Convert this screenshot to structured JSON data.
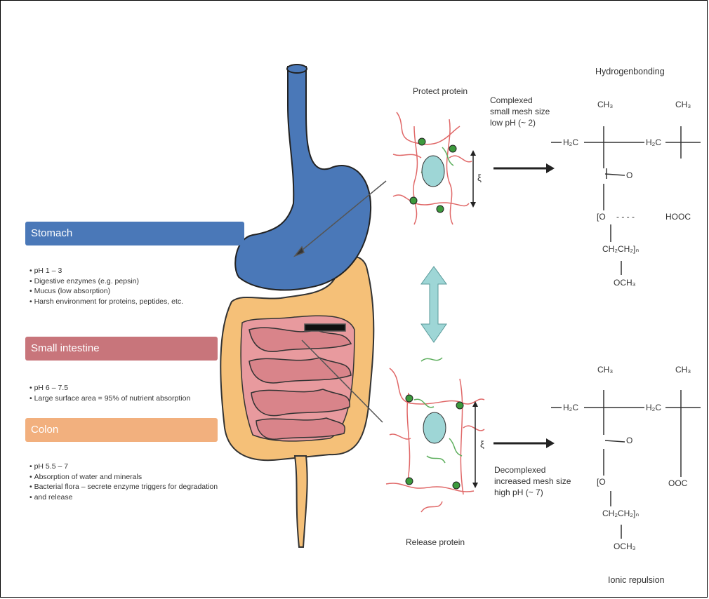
{
  "regions": {
    "stomach": {
      "label": "Stomach",
      "color": "#4a78b8",
      "points": [
        "pH 1 – 3",
        "Digestive enzymes (e.g. pepsin)",
        "Mucus (low absorption)",
        "Harsh environment for proteins, peptides, etc."
      ]
    },
    "small_intestine": {
      "label": "Small intestine",
      "color": "#c8757b",
      "points": [
        "pH 6 – 7.5",
        "Large surface area = 95% of nutrient absorption"
      ]
    },
    "colon": {
      "label": "Colon",
      "color": "#f2b07e",
      "points": [
        "pH 5.5 – 7",
        "Absorption of water and minerals",
        "Bacterial flora – secrete enzyme triggers for degradation",
        "and release"
      ]
    }
  },
  "network": {
    "protect_label": "Protect protein",
    "release_label": "Release protein",
    "mesh_symbol": "ξ",
    "complexed": [
      "Complexed",
      "small mesh size",
      "low pH (~ 2)"
    ],
    "decomplexed": [
      "Decomplexed",
      "increased mesh size",
      "high pH (~ 7)"
    ]
  },
  "chemistry": {
    "top_title": "Hydrogenbonding",
    "bottom_title": "Ionic repulsion",
    "ch3": "CH₃",
    "h2c": "H₂C",
    "o_double": "O",
    "hooc": "HOOC",
    "ooc": "OOC",
    "o_ring": "[O",
    "ch2ch2n": "CH₂CH₂]ₙ",
    "och3": "OCH₃",
    "dashes": "- - - -"
  },
  "colors": {
    "stomach": "#4a78b8",
    "small_intestine": "#d9848a",
    "colon": "#f5c078",
    "capsule": "#9ed6d6",
    "node": "#3c9a3c",
    "polymer": "#e06868",
    "arrow": "#9ed6d6"
  }
}
